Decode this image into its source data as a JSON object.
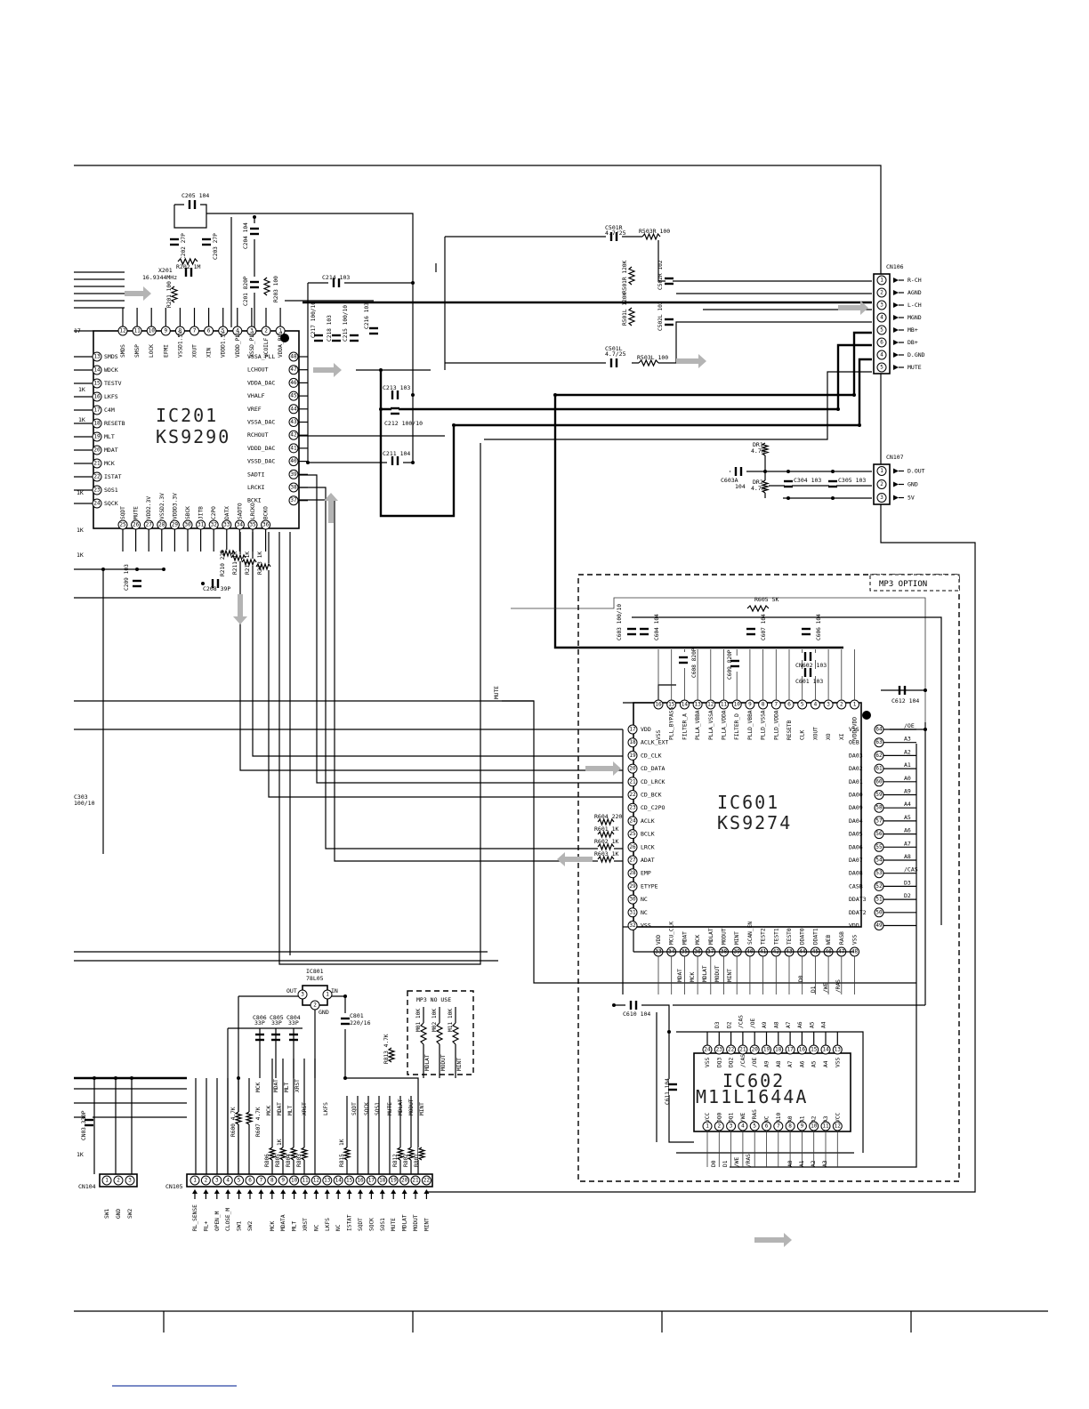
{
  "ic201": {
    "ref": "IC201",
    "part": "KS9290",
    "top": [
      {
        "n": "12",
        "l": "SMDS"
      },
      {
        "n": "11",
        "l": "SMSP"
      },
      {
        "n": "10",
        "l": "LOCK"
      },
      {
        "n": "9",
        "l": "EFMI"
      },
      {
        "n": "8",
        "l": "VSSD1.5V"
      },
      {
        "n": "7",
        "l": "XOUT"
      },
      {
        "n": "6",
        "l": "XIN"
      },
      {
        "n": "5",
        "l": "VDDD1.5V"
      },
      {
        "n": "4",
        "l": "VDDD_PLL"
      },
      {
        "n": "3",
        "l": "VSSD_PLL"
      },
      {
        "n": "2",
        "l": "VCOILF"
      },
      {
        "n": "1",
        "l": "VDDA_PLL"
      }
    ],
    "left": [
      {
        "n": "13",
        "l": "SMDS"
      },
      {
        "n": "14",
        "l": "WDCK"
      },
      {
        "n": "15",
        "l": "TESTV"
      },
      {
        "n": "16",
        "l": "LKFS"
      },
      {
        "n": "17",
        "l": "C4M"
      },
      {
        "n": "18",
        "l": "RESETB"
      },
      {
        "n": "19",
        "l": "MLT"
      },
      {
        "n": "20",
        "l": "MDAT"
      },
      {
        "n": "21",
        "l": "MCK"
      },
      {
        "n": "22",
        "l": "ISTAT"
      },
      {
        "n": "23",
        "l": "SOS1"
      },
      {
        "n": "24",
        "l": "SQCK"
      }
    ],
    "right": [
      {
        "n": "48",
        "l": "VSSA_PLL"
      },
      {
        "n": "47",
        "l": "LCHOUT"
      },
      {
        "n": "46",
        "l": "VDDA_DAC"
      },
      {
        "n": "45",
        "l": "VHALF"
      },
      {
        "n": "44",
        "l": "VREF"
      },
      {
        "n": "43",
        "l": "VSSA_DAC"
      },
      {
        "n": "42",
        "l": "RCHOUT"
      },
      {
        "n": "41",
        "l": "VDDD_DAC"
      },
      {
        "n": "40",
        "l": "VSSD_DAC"
      },
      {
        "n": "39",
        "l": "SADTI"
      },
      {
        "n": "38",
        "l": "LRCKI"
      },
      {
        "n": "37",
        "l": "BCKI"
      }
    ],
    "bottom": [
      {
        "n": "25",
        "l": "SQDT"
      },
      {
        "n": "26",
        "l": "MUTE"
      },
      {
        "n": "27",
        "l": "VDD2.3V"
      },
      {
        "n": "28",
        "l": "VSSD2.3V"
      },
      {
        "n": "29",
        "l": "VDDD3.3V"
      },
      {
        "n": "30",
        "l": "SBCK"
      },
      {
        "n": "31",
        "l": "JITB"
      },
      {
        "n": "32",
        "l": "C2PO"
      },
      {
        "n": "33",
        "l": "DATX"
      },
      {
        "n": "34",
        "l": "SADTO"
      },
      {
        "n": "35",
        "l": "LRCKO"
      },
      {
        "n": "36",
        "l": "BCKO"
      }
    ]
  },
  "ic601": {
    "ref": "IC601",
    "part": "KS9274",
    "top": [
      {
        "n": "16",
        "l": "VSS"
      },
      {
        "n": "15",
        "l": "PLL_BYPASS"
      },
      {
        "n": "14",
        "l": "FILTER_A"
      },
      {
        "n": "13",
        "l": "PLLA_VBBA"
      },
      {
        "n": "12",
        "l": "PLLA_VSSA"
      },
      {
        "n": "11",
        "l": "PLLA_VDDA"
      },
      {
        "n": "10",
        "l": "FILTER_D"
      },
      {
        "n": "9",
        "l": "PLLD_VBBA"
      },
      {
        "n": "8",
        "l": "PLLD_VSSA"
      },
      {
        "n": "7",
        "l": "PLLD_VDDA"
      },
      {
        "n": "6",
        "l": "RESETB"
      },
      {
        "n": "5",
        "l": "CLK"
      },
      {
        "n": "4",
        "l": "XOUT"
      },
      {
        "n": "3",
        "l": "XO"
      },
      {
        "n": "2",
        "l": "XI"
      },
      {
        "n": "1",
        "l": "VDD/VDD"
      }
    ],
    "left": [
      {
        "n": "17",
        "l": "VDD"
      },
      {
        "n": "18",
        "l": "ACLK_EXT"
      },
      {
        "n": "19",
        "l": "CD_CLK"
      },
      {
        "n": "20",
        "l": "CD_DATA"
      },
      {
        "n": "21",
        "l": "CD_LRCK"
      },
      {
        "n": "22",
        "l": "CD_BCK"
      },
      {
        "n": "23",
        "l": "CD_C2PO"
      },
      {
        "n": "24",
        "l": "ACLK"
      },
      {
        "n": "25",
        "l": "BCLK"
      },
      {
        "n": "26",
        "l": "LRCK"
      },
      {
        "n": "27",
        "l": "ADAT"
      },
      {
        "n": "28",
        "l": "EMP"
      },
      {
        "n": "29",
        "l": "ETYPE"
      },
      {
        "n": "30",
        "l": "NC"
      },
      {
        "n": "31",
        "l": "NC"
      },
      {
        "n": "32",
        "l": "VSS"
      }
    ],
    "right": [
      {
        "n": "64",
        "l": "VSS"
      },
      {
        "n": "63",
        "l": "OEB"
      },
      {
        "n": "62",
        "l": "DA03"
      },
      {
        "n": "61",
        "l": "DA02"
      },
      {
        "n": "60",
        "l": "DA01"
      },
      {
        "n": "59",
        "l": "DA00"
      },
      {
        "n": "58",
        "l": "DA09"
      },
      {
        "n": "57",
        "l": "DA04"
      },
      {
        "n": "56",
        "l": "DA05"
      },
      {
        "n": "55",
        "l": "DA06"
      },
      {
        "n": "54",
        "l": "DA07"
      },
      {
        "n": "53",
        "l": "DA08"
      },
      {
        "n": "52",
        "l": "CASB"
      },
      {
        "n": "51",
        "l": "DDAT3"
      },
      {
        "n": "50",
        "l": "DDAT2"
      },
      {
        "n": "49",
        "l": "VDD"
      }
    ],
    "right_ext": [
      "/OE",
      "A3",
      "A2",
      "A1",
      "A0",
      "A9",
      "A4",
      "A5",
      "A6",
      "A7",
      "A8",
      "/CAS",
      "D3",
      "D2",
      ""
    ],
    "bottom": [
      {
        "n": "33",
        "l": "VDD"
      },
      {
        "n": "34",
        "l": "MCU_CLK"
      },
      {
        "n": "35",
        "l": "MDAT"
      },
      {
        "n": "36",
        "l": "MCK"
      },
      {
        "n": "37",
        "l": "MDLAT"
      },
      {
        "n": "38",
        "l": "MODUT"
      },
      {
        "n": "39",
        "l": "MINT"
      },
      {
        "n": "40",
        "l": "SCAN_EN"
      },
      {
        "n": "41",
        "l": "TEST2"
      },
      {
        "n": "42",
        "l": "TEST1"
      },
      {
        "n": "43",
        "l": "TEST0"
      },
      {
        "n": "44",
        "l": "DDAT0"
      },
      {
        "n": "45",
        "l": "DDAT1"
      },
      {
        "n": "46",
        "l": "WEB"
      },
      {
        "n": "47",
        "l": "RASB"
      },
      {
        "n": "48",
        "l": "VSS"
      }
    ]
  },
  "ic602": {
    "ref": "IC602",
    "part": "M11L1644A",
    "top": [
      {
        "n": "24",
        "l": "VSS"
      },
      {
        "n": "23",
        "l": "DQ3"
      },
      {
        "n": "22",
        "l": "DQ2"
      },
      {
        "n": "21",
        "l": "/CAS"
      },
      {
        "n": "20",
        "l": "/OE"
      },
      {
        "n": "19",
        "l": "A9"
      },
      {
        "n": "18",
        "l": "A8"
      },
      {
        "n": "17",
        "l": "A7"
      },
      {
        "n": "16",
        "l": "A6"
      },
      {
        "n": "15",
        "l": "A5"
      },
      {
        "n": "14",
        "l": "A4"
      },
      {
        "n": "13",
        "l": "VSS"
      }
    ],
    "top_ext": [
      "D3",
      "D2",
      "/CAS",
      "/OE",
      "A9",
      "A8",
      "A7",
      "A6",
      "A5",
      "A4"
    ],
    "bottom": [
      {
        "n": "1",
        "l": "VCC"
      },
      {
        "n": "2",
        "l": "DQ0"
      },
      {
        "n": "3",
        "l": "DQ1"
      },
      {
        "n": "4",
        "l": "/WE"
      },
      {
        "n": "5",
        "l": "/RAS"
      },
      {
        "n": "6",
        "l": "NC"
      },
      {
        "n": "7",
        "l": "A10"
      },
      {
        "n": "8",
        "l": "A0"
      },
      {
        "n": "9",
        "l": "A1"
      },
      {
        "n": "10",
        "l": "A2"
      },
      {
        "n": "11",
        "l": "A3"
      },
      {
        "n": "12",
        "l": "VCC"
      }
    ],
    "bottom_ext": [
      "D0",
      "D1",
      "/WE",
      "/RAS",
      "A0",
      "A1",
      "A2",
      "A3"
    ]
  },
  "cn106": {
    "ref": "CN106",
    "pins": [
      {
        "n": "1",
        "l": "R-CH"
      },
      {
        "n": "2",
        "l": "AGND"
      },
      {
        "n": "3",
        "l": "L-CH"
      },
      {
        "n": "4",
        "l": "MGND"
      },
      {
        "n": "5",
        "l": "MB+"
      },
      {
        "n": "6",
        "l": "DB+"
      },
      {
        "n": "4",
        "l": "D.GND"
      },
      {
        "n": "5",
        "l": "MUTE"
      }
    ]
  },
  "cn107": {
    "ref": "CN107",
    "pins": [
      {
        "n": "1",
        "l": "D.OUT"
      },
      {
        "n": "2",
        "l": "GND"
      },
      {
        "n": "3",
        "l": "5V"
      }
    ]
  },
  "cn104": {
    "ref": "CN104",
    "pins": [
      {
        "n": "1",
        "l": "SW1"
      },
      {
        "n": "2",
        "l": "GND"
      },
      {
        "n": "3",
        "l": "SW2"
      }
    ]
  },
  "cn105": {
    "ref": "CN105",
    "pins": [
      {
        "n": "1",
        "l": "RL_SENSE"
      },
      {
        "n": "2",
        "l": "RL+"
      },
      {
        "n": "3",
        "l": "OPEN_M"
      },
      {
        "n": "4",
        "l": "CLOSE_M"
      },
      {
        "n": "5",
        "l": "SW1"
      },
      {
        "n": "6",
        "l": "SW2"
      },
      {
        "n": "7",
        "l": ""
      },
      {
        "n": "8",
        "l": "MCK"
      },
      {
        "n": "9",
        "l": "MDATA"
      },
      {
        "n": "10",
        "l": "MLT"
      },
      {
        "n": "11",
        "l": "XRST"
      },
      {
        "n": "12",
        "l": "NC"
      },
      {
        "n": "13",
        "l": "LKFS"
      },
      {
        "n": "14",
        "l": "NC"
      },
      {
        "n": "15",
        "l": "ISTAT"
      },
      {
        "n": "16",
        "l": "SQDT"
      },
      {
        "n": "17",
        "l": "SQCK"
      },
      {
        "n": "18",
        "l": "SOS1"
      },
      {
        "n": "19",
        "l": "MUTE"
      },
      {
        "n": "20",
        "l": "MDLAT"
      },
      {
        "n": "21",
        "l": "MODUT"
      },
      {
        "n": "22",
        "l": "MINT"
      }
    ]
  },
  "ic801": {
    "ref": "IC801",
    "part": "78L05",
    "out": "OUT",
    "in": "IN",
    "gnd": "GND",
    "p1": "1",
    "p2": "2",
    "p3": "3"
  },
  "mp3_option": "MP3 OPTION",
  "mp3_no_use": "MP3 NO USE",
  "mute_label": "MUTE",
  "labels": {
    "c205": "C205 104",
    "c202": "C202 27P",
    "c203": "C203 27P",
    "r202": "R202 1M",
    "x201": "X201",
    "x201v": "16.9344MHz",
    "r201": "R201 100",
    "c204": "C204 104",
    "c201": "C201 820P",
    "r203": "R203 100",
    "c214": "C214 103",
    "c217": "C217 100/10",
    "c218": "C218 103",
    "c215": "C215 100/10",
    "c216": "C216 103",
    "c213": "C213 103",
    "c212": "C212 100/10",
    "c211": "C211 104",
    "c209": "C209 103",
    "c208": "C208 39P",
    "r210": "R210 220",
    "r211": "R211 1K",
    "r212": "R212 1K",
    "r213": "R213 1K",
    "c501r": "C501R",
    "c501rv": "4.7/25",
    "r503r": "R503R 100",
    "r501r": "R501R 120K",
    "c502r": "C502R 102",
    "r501l": "R501L 120K",
    "c502l": "C502L 102",
    "c501l": "C501L",
    "c501lv": "4.7/25",
    "r503l": "R503L 100",
    "dr1": "DR1",
    "dr1v": "4.7K",
    "dr2": "DR2",
    "dr2v": "4.7K",
    "c603a": "C603A",
    "c603av": "104",
    "c304": "C304 103",
    "c305": "C305 103",
    "c303": "C303",
    "c303v": "100/10",
    "r605": "R605 5K",
    "c603": "C603 100/10",
    "c604": "C604 104",
    "c608": "C608 820P",
    "c609": "C609 820P",
    "c607": "C607 104",
    "c606": "C606 104",
    "cn602": "CN602 103",
    "c601": "C601 103",
    "c612": "C612 104",
    "r604": "R604 220",
    "r601": "R601 1K",
    "r602": "R602 1K",
    "r603": "R603 1K",
    "c610": "C610 104",
    "c611": "C611 104",
    "c806": "C806",
    "c806v": "33P",
    "c805": "C805",
    "c805v": "33P",
    "c804": "C804",
    "c804v": "33P",
    "c801": "C801",
    "c801v": "220/16",
    "r813": "R813 4.7K",
    "m01": "M01 10K",
    "m02": "M02 10K",
    "m11": "M11 10K",
    "cn03": "CN03 330P",
    "r600": "R600 4.7K",
    "r607": "R607 4.7K",
    "r806": "R806",
    "r805": "R805",
    "r804": "R804",
    "r803": "R803",
    "r815": "R815",
    "r812": "R812",
    "r802": "R802",
    "r801": "R801",
    "k1": "1K",
    "k4": "1K",
    "mck": "MCK",
    "mdat": "MDAT",
    "mlt": "MLT",
    "xrst": "XRST",
    "mck2": "MCK",
    "mdat2": "MDAT",
    "mlt2": "MLT",
    "xrst2": "XRST",
    "lkfs2": "LKFS",
    "sqdt2": "SQDT",
    "sqck2": "SQCK",
    "sos12": "SOS1",
    "mute2": "MUTE",
    "mdlat2": "MDLAT",
    "modut2": "MODUT",
    "mint2": "MINT",
    "mdlat3": "MDLAT",
    "modut3": "MODUT",
    "mint3": "MINT",
    "ic601b1": "MDAT",
    "ic601b2": "MCK",
    "ic601b3": "MDLAT",
    "ic601b4": "MODUT",
    "ic601b5": "MINT",
    "ic601b6": "D0",
    "ic601b7": "D1",
    "ic601b8": "/WE",
    "ic601b9": "/RAS",
    "edge17": "17",
    "edge1k1": "1K",
    "edge1k2": "1K",
    "edge1k3": "1K",
    "edge1k4": "1K",
    "edge1k5": "1K",
    "edge1k6": "1K"
  }
}
